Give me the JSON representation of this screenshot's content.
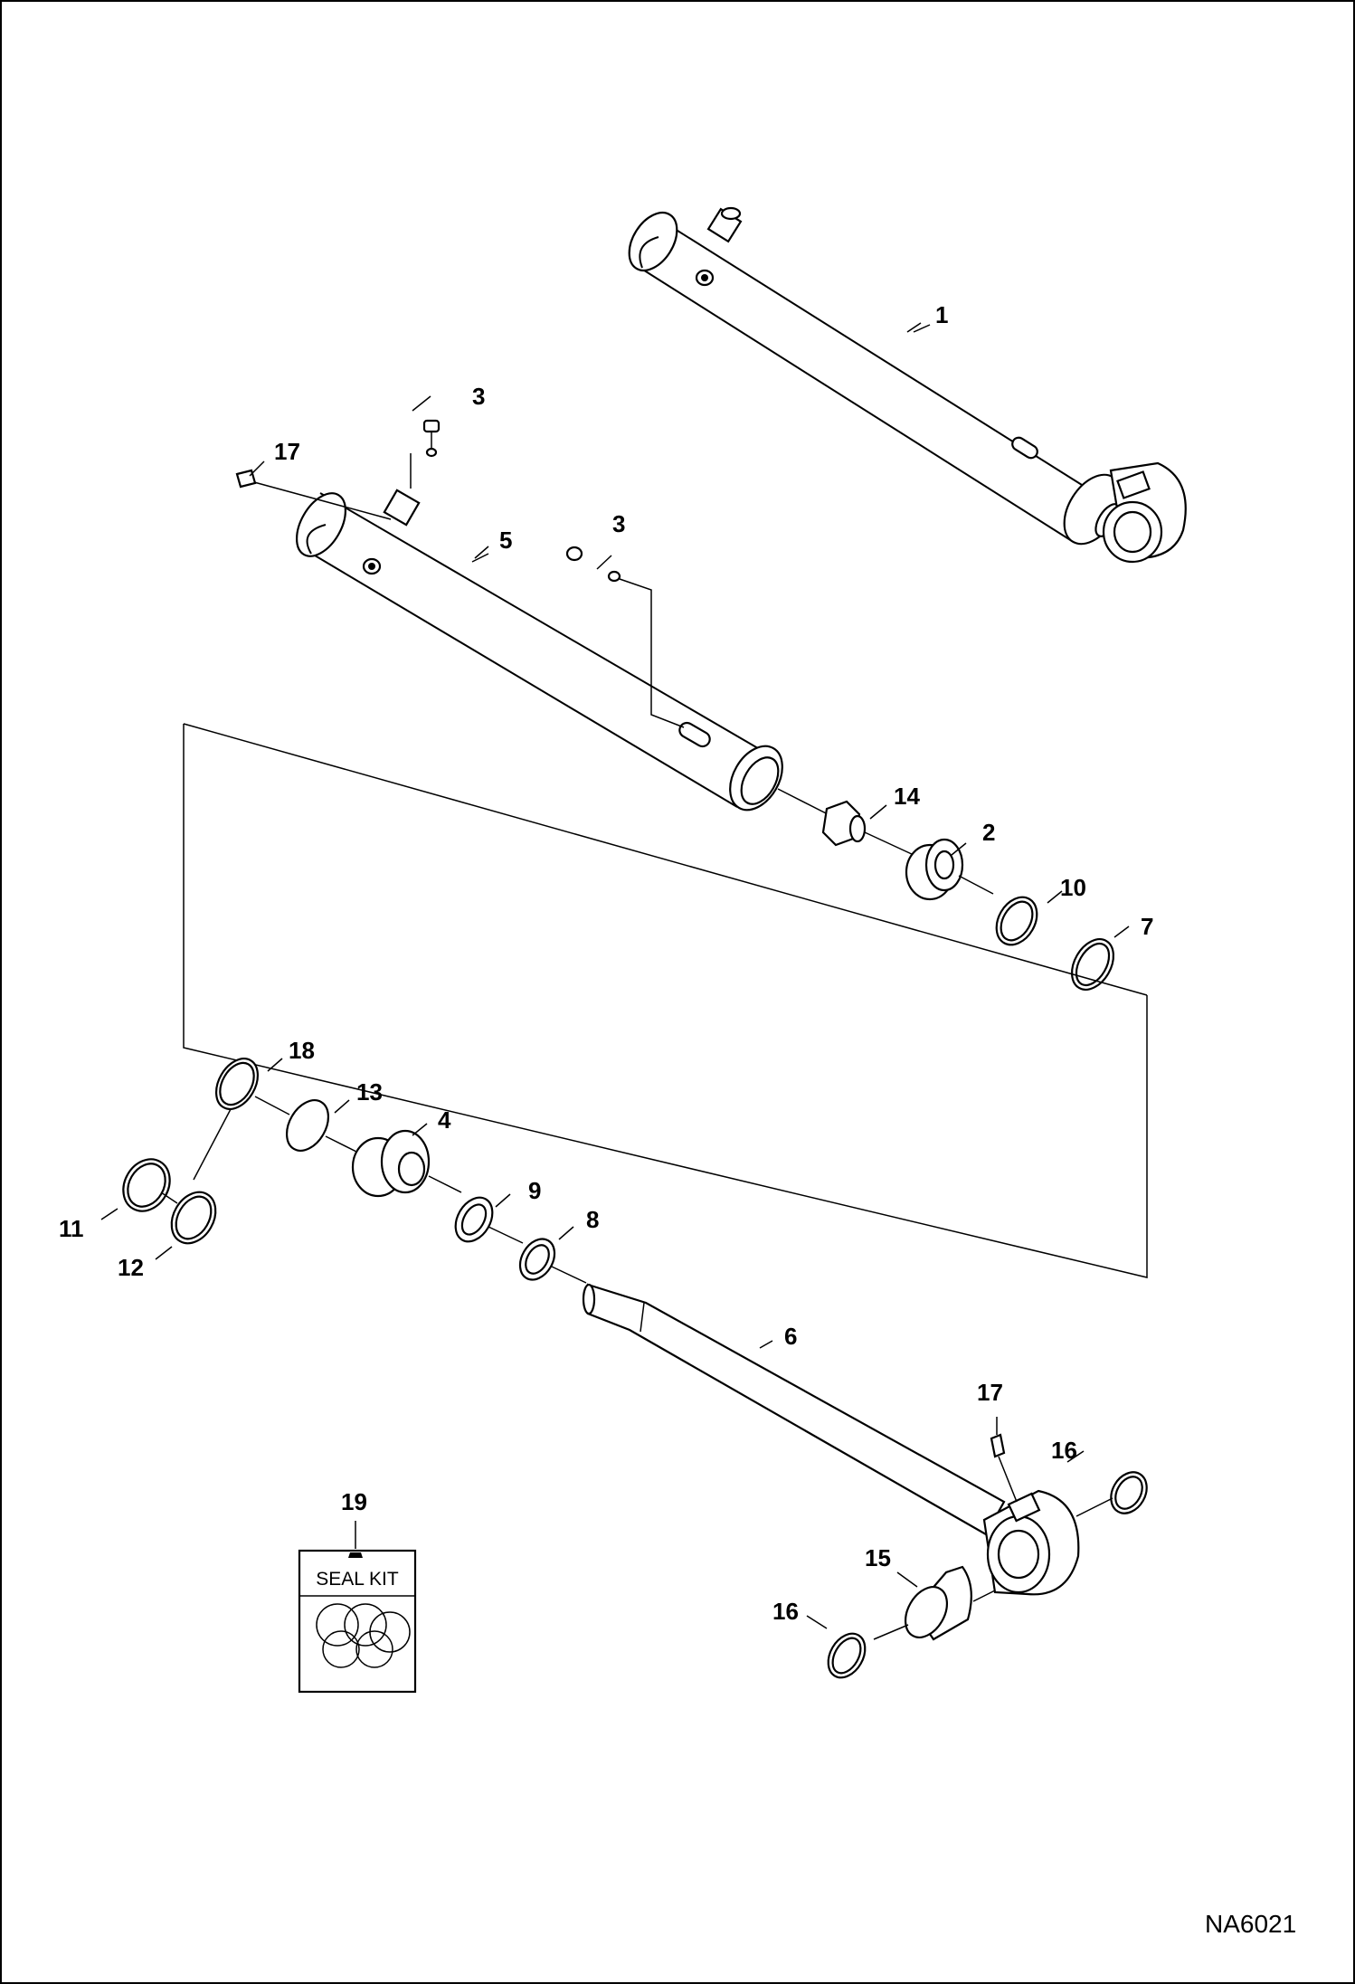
{
  "diagram": {
    "callouts": [
      "1",
      "3",
      "17",
      "5",
      "3",
      "14",
      "2",
      "10",
      "7",
      "18",
      "13",
      "4",
      "9",
      "8",
      "11",
      "12",
      "6",
      "17",
      "16",
      "19",
      "15",
      "16"
    ],
    "seal_kit_label": "SEAL KIT",
    "drawing_code": "NA6021"
  }
}
